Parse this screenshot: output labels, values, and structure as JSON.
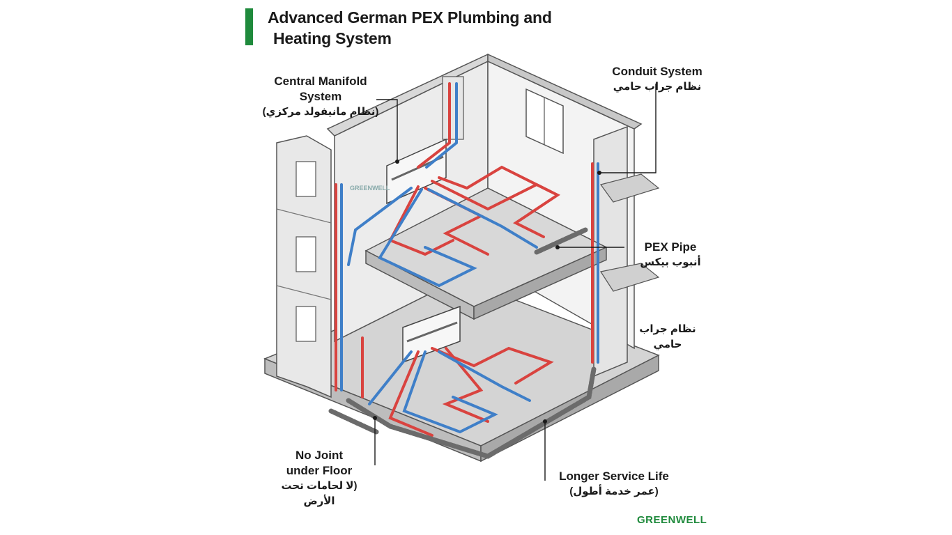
{
  "title": {
    "line1": "Advanced German PEX Plumbing and",
    "line2": "Heating System"
  },
  "labels": {
    "manifold_line1": "Central Manifold",
    "manifold_line2": "System",
    "manifold_ar": "(نظام مانيفولد مركزي)",
    "conduit": "Conduit System",
    "conduit_ar": "نظام جراب حامي",
    "pex": "PEX Pipe",
    "pex_ar": "أنبوب بيكس",
    "conduit_ar_2": "نظام جراب حامي",
    "nojoint_line1": "No Joint",
    "nojoint_line2": "under Floor",
    "nojoint_ar_line1": "(لا لحامات تحت",
    "nojoint_ar_line2": "الأرض",
    "service": "Longer Service Life",
    "service_ar": "(عمر خدمة أطول)"
  },
  "brand": {
    "footer": "GREENWELL",
    "watermark": "GREENWELL"
  },
  "colors": {
    "accent": "#1f8a3c",
    "hot_pipe": "#d9433f",
    "cold_pipe": "#3f7fc8",
    "concrete": "#dcdcdc",
    "wall": "#efefef",
    "conduit": "#6b6b6b"
  }
}
